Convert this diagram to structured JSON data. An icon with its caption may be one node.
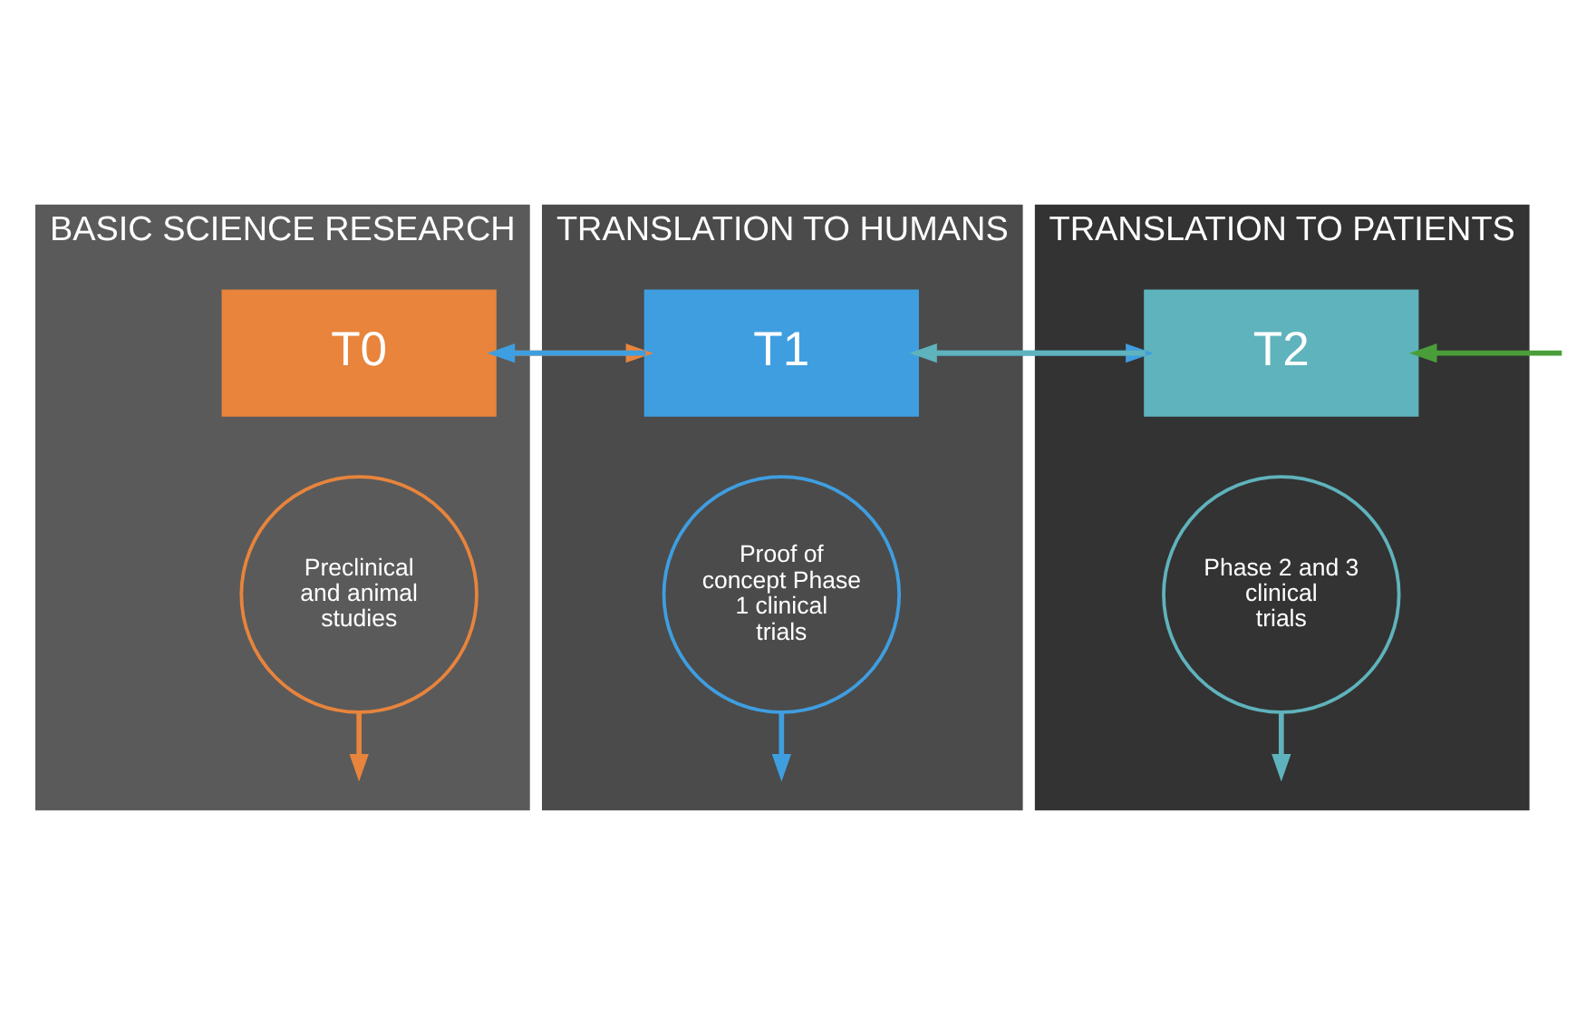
{
  "diagram": {
    "nodes": [
      {
        "text": [
          "BASIC SCIENCE RESEARCH"
        ]
      },
      {
        "text": [
          "T0"
        ],
        "in": 0
      },
      {
        "text": [
          "Preclinical and animal studies"
        ],
        "in": 0
      },
      {
        "text": [
          "TRANSLATION TO HUMANS"
        ]
      },
      {
        "text": [
          "T1"
        ],
        "in": 3
      },
      {
        "text": [
          "Proof of concept Phase 1 clinical trials"
        ],
        "in": 3
      },
      {
        "text": [
          "TRANSLATION TO PATIENTS"
        ]
      },
      {
        "text": [
          "T2"
        ],
        "in": 6
      },
      {
        "text": [
          "Phase 2 and 3 clinical trials"
        ],
        "in": 6
      }
    ],
    "edges": [
      {
        "from": 1,
        "to": 4,
        "arrow": "to",
        "color": "#e8843c"
      },
      {
        "from": 4,
        "to": 1,
        "arrow": "to",
        "color": "#3f9ee0"
      },
      {
        "from": 4,
        "to": 7,
        "arrow": "to",
        "color": "#3f9ee0"
      },
      {
        "from": 7,
        "to": 4,
        "arrow": "to",
        "color": "#5fb3bc"
      },
      {
        "from": null,
        "to": 7,
        "arrow": "to",
        "color": "#4a9e3a"
      },
      {
        "from": 2,
        "to": null,
        "arrow": "to",
        "color": "#e8843c"
      },
      {
        "from": 5,
        "to": null,
        "arrow": "to",
        "color": "#3f9ee0"
      },
      {
        "from": 8,
        "to": null,
        "arrow": "to",
        "color": "#5fb3bc"
      }
    ]
  }
}
